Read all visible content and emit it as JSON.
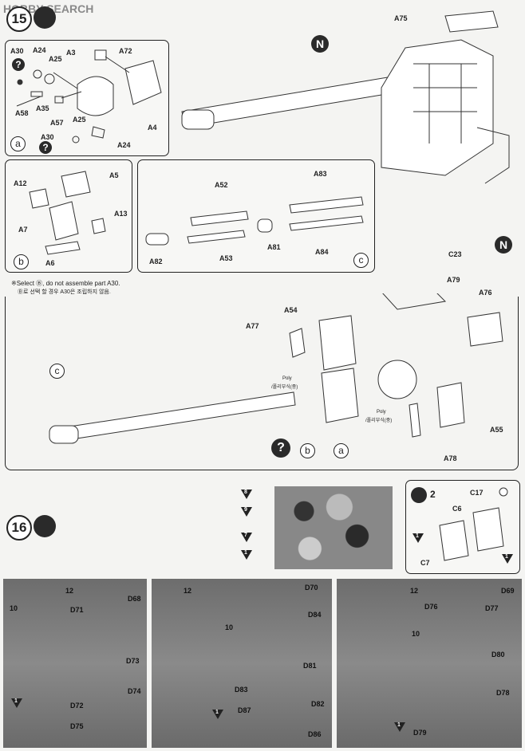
{
  "watermark": {
    "brand": "HOBBY SEARCH"
  },
  "step15": {
    "number": "15",
    "subA": {
      "tag": "a",
      "labels": [
        "A30",
        "A24",
        "A25",
        "A3",
        "A72",
        "A58",
        "A35",
        "A57",
        "A25",
        "A4",
        "A30",
        "A24"
      ],
      "note_q": "?"
    },
    "subB": {
      "tag": "b",
      "labels": [
        "A12",
        "A5",
        "A7",
        "A13",
        "A6"
      ]
    },
    "subC": {
      "tag": "c",
      "labels": [
        "A83",
        "A52",
        "A82",
        "A53",
        "A81",
        "A84"
      ]
    },
    "top_labels": [
      "A75"
    ],
    "callout_n": "N",
    "note_en": "※Select Ⓑ, do not assemble part A30.",
    "note_ko": "Ⓑ로 선택 할 경우 A30은 조립하지 않음.",
    "main": {
      "callout_n": "N",
      "callout_c": "c",
      "labels": {
        "c23": "C23",
        "a79": "A79",
        "a76": "A76",
        "a54": "A54",
        "a77": "A77",
        "a55": "A55",
        "a78": "A78"
      },
      "poly1": "Poly",
      "poly1_ko": "/폴리부식(중)",
      "poly2": "Poly",
      "poly2_ko": "/폴리부식(중)",
      "q": "?",
      "sub_b": "b",
      "sub_a": "a"
    }
  },
  "step16": {
    "number": "16",
    "camo_marks": [
      "8",
      "9",
      "7",
      "1"
    ],
    "c_panel": {
      "tag_qty": "2",
      "labels": [
        "C17",
        "C6",
        "C7"
      ],
      "marks": [
        "1",
        "1"
      ]
    },
    "photo1": {
      "labels": [
        "10",
        "12",
        "D71",
        "D68",
        "D73",
        "D74",
        "D72",
        "D75"
      ],
      "mark": "1"
    },
    "photo2": {
      "labels": [
        "12",
        "D70",
        "D84",
        "10",
        "D81",
        "D83",
        "D87",
        "D82",
        "D86"
      ],
      "mark": "1"
    },
    "photo3": {
      "labels": [
        "12",
        "D76",
        "D69",
        "D77",
        "10",
        "D80",
        "D78",
        "D79"
      ],
      "mark": "1"
    }
  }
}
